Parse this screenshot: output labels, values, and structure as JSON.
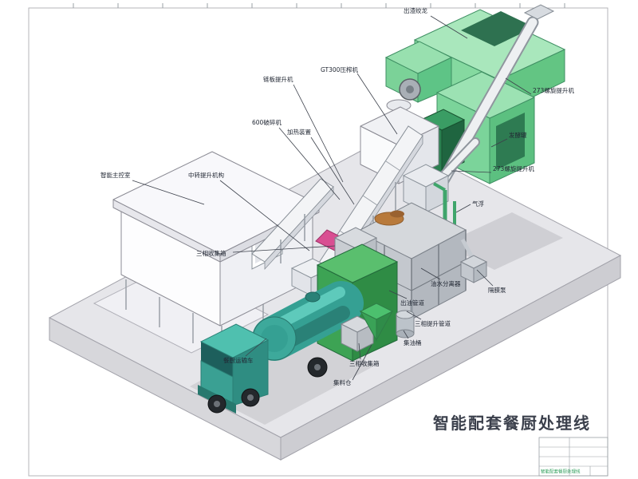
{
  "diagram": {
    "title": "智能配套餐厨处理线"
  },
  "labels": [
    {
      "id": "slag-auger",
      "text": "出渣绞龙"
    },
    {
      "id": "gt300-press",
      "text": "GT300压榨机"
    },
    {
      "id": "chain-plate-elevator",
      "text": "链板提升机"
    },
    {
      "id": "screw-elevator-upper",
      "text": "273螺旋提升机"
    },
    {
      "id": "fermentation-tank",
      "text": "发酵罐"
    },
    {
      "id": "screw-elevator-lower",
      "text": "273螺旋提升机"
    },
    {
      "id": "crusher-600",
      "text": "600破碎机"
    },
    {
      "id": "heating-unit",
      "text": "加热装置"
    },
    {
      "id": "control-room",
      "text": "智能主控室"
    },
    {
      "id": "transfer-lift",
      "text": "中转提升机构"
    },
    {
      "id": "air-flotation",
      "text": "气浮"
    },
    {
      "id": "oil-water-separator",
      "text": "油水分离器"
    },
    {
      "id": "diaphragm-pump",
      "text": "隔膜泵"
    },
    {
      "id": "oil-outlet-pipe",
      "text": "出油管道"
    },
    {
      "id": "three-phase-lift-pipe",
      "text": "三相提升管道"
    },
    {
      "id": "oil-collection-barrel",
      "text": "集油桶"
    },
    {
      "id": "three-phase-collection-box-bottom",
      "text": "三相收集箱"
    },
    {
      "id": "feed-hopper",
      "text": "集料仓"
    },
    {
      "id": "kitchen-waste-truck",
      "text": "餐厨运输车"
    },
    {
      "id": "three-phase-collection-box-left",
      "text": "三相收集箱"
    }
  ],
  "title_block": {
    "name": "智能配套餐厨处理线"
  },
  "colors": {
    "machine_green": "#7cd49a",
    "fermenter_green": "#5cc080",
    "truck_teal": "#35a093",
    "cargo_green": "#3da354",
    "platform_gray": "#e4e4e8",
    "steel_gray": "#c4c8ce",
    "accent_magenta": "#d94f92",
    "label_ink": "#222834",
    "title_ink": "#3b404c"
  }
}
